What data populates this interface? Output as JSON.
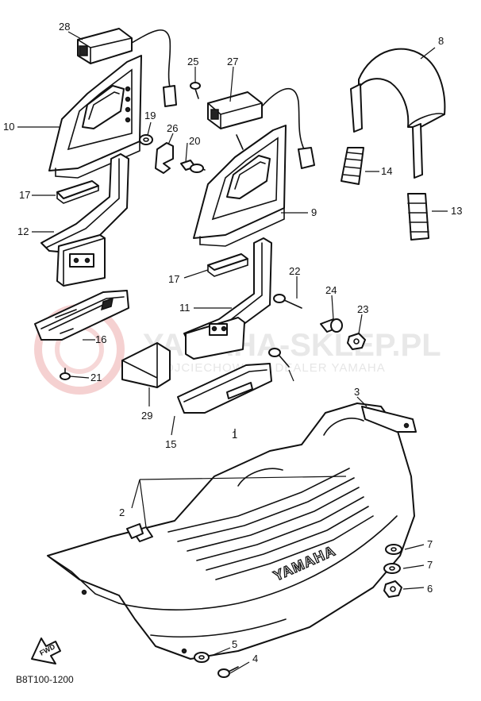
{
  "watermark": {
    "main": "YAMAHA-SKLEP.PL",
    "sub": "WOJCIECHOWSCY DEALER YAMAHA",
    "logo_color": "#e89a9a"
  },
  "drawing_code": "B8T100-1200",
  "seat_brand": "YAMAHA",
  "fwd_label": "FWD",
  "callouts": {
    "c1": "1",
    "c2": "2",
    "c3": "3",
    "c4": "4",
    "c5": "5",
    "c6": "6",
    "c7a": "7",
    "c7b": "7",
    "c8": "8",
    "c9": "9",
    "c10": "10",
    "c11": "11",
    "c12": "12",
    "c13": "13",
    "c14": "14",
    "c15": "15",
    "c16": "16",
    "c17a": "17",
    "c17b": "17",
    "c19": "19",
    "c20": "20",
    "c21": "21",
    "c22": "22",
    "c23": "23",
    "c24": "24",
    "c25": "25",
    "c26": "26",
    "c27": "27",
    "c28": "28",
    "c29": "29"
  }
}
